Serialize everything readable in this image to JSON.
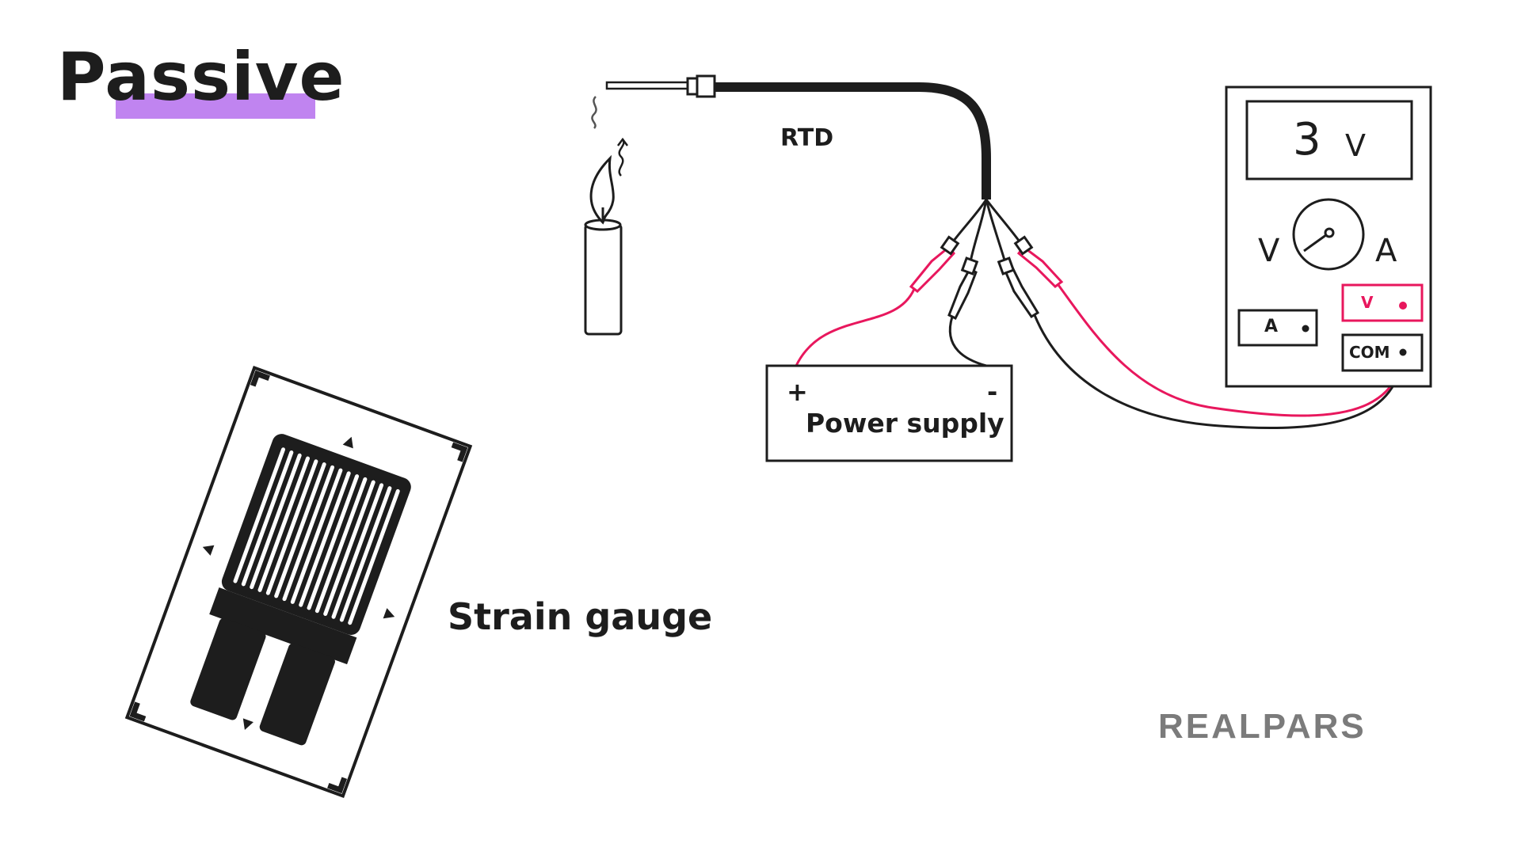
{
  "title": "Passive",
  "labels": {
    "rtd": "RTD",
    "power_supply": "Power supply",
    "plus": "+",
    "minus": "-",
    "strain_gauge": "Strain gauge"
  },
  "meter": {
    "display_value": "3",
    "display_unit": "V",
    "dial_left": "V",
    "dial_right": "A",
    "port_a": "A",
    "port_v": "V",
    "port_com": "COM"
  },
  "brand": "REALPARS",
  "colors": {
    "accent_highlight": "#c084f0",
    "red_wire": "#e8175d",
    "black": "#1d1d1d",
    "brand_gray": "#7b7b7b"
  }
}
